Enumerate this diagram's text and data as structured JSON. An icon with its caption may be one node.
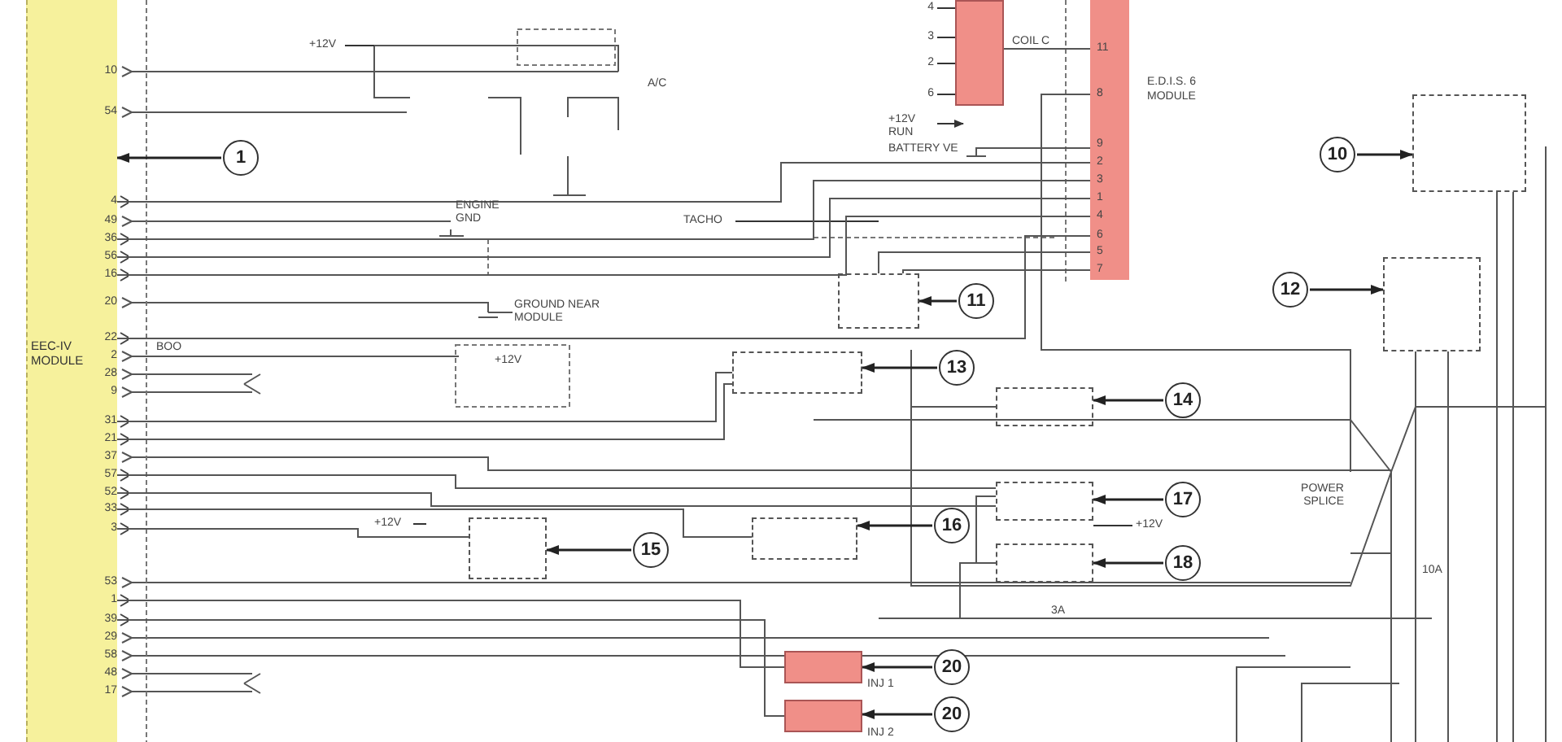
{
  "diagram": {
    "nodes": [
      {
        "text": [
          "EEC-IV MODULE"
        ]
      },
      {
        "text": [],
        "shape": "box"
      },
      {
        "text": [
          "E.D.I.S. 6 MODULE"
        ]
      },
      {
        "text": [
          "1"
        ]
      },
      {
        "text": [
          "10"
        ]
      },
      {
        "text": [],
        "shape": "box"
      },
      {
        "text": [
          "11"
        ]
      },
      {
        "text": [],
        "shape": "box"
      },
      {
        "text": [
          "12"
        ]
      },
      {
        "text": [],
        "shape": "box"
      },
      {
        "text": [
          "13"
        ]
      },
      {
        "text": [],
        "shape": "box"
      },
      {
        "text": [
          "14"
        ]
      },
      {
        "text": [],
        "shape": "box"
      },
      {
        "text": [
          "15"
        ]
      },
      {
        "text": [],
        "shape": "box"
      },
      {
        "text": [
          "16"
        ]
      },
      {
        "text": [],
        "shape": "box"
      },
      {
        "text": [
          "17"
        ]
      },
      {
        "text": [],
        "shape": "box"
      },
      {
        "text": [
          "18"
        ]
      },
      {
        "text": [],
        "shape": "box"
      },
      {
        "text": [
          "20"
        ]
      },
      {
        "text": [],
        "shape": "box"
      },
      {
        "text": [
          "20"
        ]
      },
      {
        "text": [],
        "shape": "box"
      }
    ],
    "edges": [
      {
        "from": 3,
        "to": 0,
        "arrow": "to"
      },
      {
        "from": 4,
        "to": 5,
        "arrow": "to"
      },
      {
        "from": 6,
        "to": 7,
        "arrow": "to"
      },
      {
        "from": 8,
        "to": 9,
        "arrow": "to"
      },
      {
        "from": 10,
        "to": 11,
        "arrow": "to"
      },
      {
        "from": 12,
        "to": 13,
        "arrow": "to"
      },
      {
        "from": 14,
        "to": 15,
        "arrow": "to"
      },
      {
        "from": 16,
        "to": 17,
        "arrow": "to"
      },
      {
        "from": 18,
        "to": 19,
        "arrow": "to"
      },
      {
        "from": 20,
        "to": 21,
        "arrow": "to"
      },
      {
        "from": 22,
        "to": 23,
        "arrow": "to"
      },
      {
        "from": 24,
        "to": 25,
        "arrow": "to"
      },
      {
        "from": 0,
        "to": 2,
        "arrow": "other"
      },
      {
        "from": 0,
        "to": 2,
        "arrow": "other"
      },
      {
        "from": 0,
        "to": 2,
        "arrow": "other"
      },
      {
        "from": 0,
        "to": 2,
        "arrow": "other"
      },
      {
        "from": 0,
        "to": 2,
        "arrow": "other"
      },
      {
        "from": 0,
        "to": 11,
        "arrow": "other"
      },
      {
        "from": 0,
        "to": 11,
        "arrow": "other"
      },
      {
        "from": 0,
        "to": 19,
        "arrow": "other"
      },
      {
        "from": 0,
        "to": 19,
        "arrow": "other"
      },
      {
        "from": 0,
        "to": 17,
        "arrow": "other"
      },
      {
        "from": 0,
        "to": 15,
        "arrow": "other"
      },
      {
        "from": 0,
        "to": 23,
        "arrow": "other"
      },
      {
        "from": 0,
        "to": 25,
        "arrow": "other"
      },
      {
        "from": 2,
        "to": 7,
        "arrow": "none"
      },
      {
        "from": 2,
        "to": 7,
        "arrow": "none"
      },
      {
        "from": 2,
        "to": 1,
        "arrow": "none"
      },
      {
        "from": 2,
        "to": null,
        "arrow": "none"
      },
      {
        "from": 2,
        "to": null,
        "arrow": "none"
      },
      {
        "from": 13,
        "to": null,
        "arrow": "none"
      },
      {
        "from": 21,
        "to": null,
        "arrow": "none"
      },
      {
        "from": 19,
        "to": 21,
        "arrow": "none"
      },
      {
        "from": 5,
        "to": null,
        "arrow": "none"
      },
      {
        "from": 5,
        "to": null,
        "arrow": "none"
      },
      {
        "from": 9,
        "to": null,
        "arrow": "none"
      },
      {
        "from": 9,
        "to": null,
        "arrow": "none"
      }
    ],
    "labels": [
      "10",
      "54",
      "4",
      "49",
      "36",
      "56",
      "16",
      "20",
      "22",
      "2",
      "28",
      "9",
      "31",
      "21",
      "37",
      "57",
      "52",
      "33",
      "3",
      "53",
      "1",
      "39",
      "29",
      "58",
      "48",
      "17",
      "+12V",
      "A/C",
      "4",
      "3",
      "2",
      "6",
      "COIL C",
      "11",
      "8",
      "9",
      "2",
      "3",
      "1",
      "4",
      "6",
      "5",
      "7",
      "+12V RUN",
      "BATTERY VE",
      "ENGINE GND",
      "TACHO",
      "GROUND NEAR MODULE",
      "BOO",
      "+12V",
      "+12V",
      "+12V",
      "POWER SPLICE",
      "10A",
      "3A",
      "INJ 1",
      "INJ 2"
    ]
  }
}
